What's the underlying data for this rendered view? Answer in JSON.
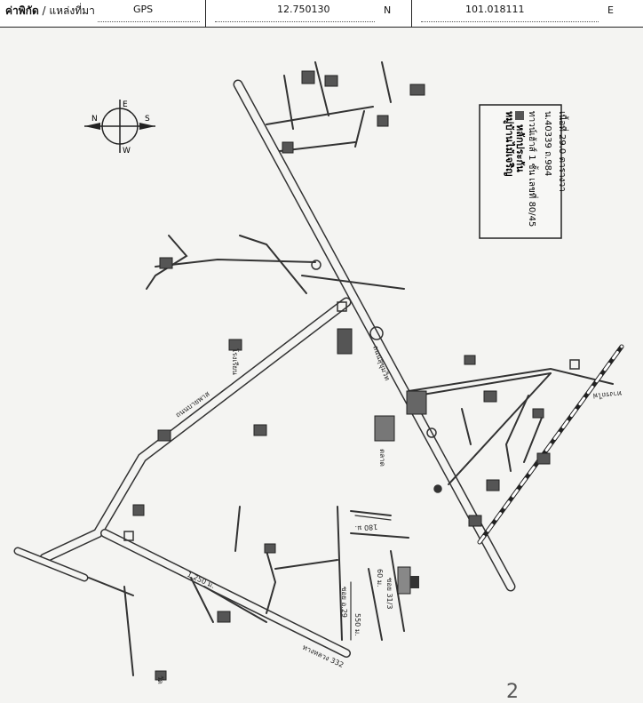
{
  "header": {
    "label_bold": "ค่าพิกัด",
    "label_rest": " / แหล่งที่มา",
    "source": "GPS",
    "latitude": "12.750130",
    "lat_unit": "N",
    "longitude": "101.018111",
    "lon_unit": "E"
  },
  "map": {
    "legend": {
      "title": "หมู่บ้านไม้เจริญ",
      "item": "หลักประกัน",
      "deed_line": "ทาวน์เฮ้าส์ 1 ชั้น เลขที่ 80/45",
      "lot_line": "น.40339 ถ.984",
      "area_line": "เนื้อที่ 29.0 ตารางวา"
    },
    "labels": {
      "road_main": "ถนนสุขุมวิท",
      "road_bypass": "ถนนบายพาส",
      "road_332": "ทางหลวง 332",
      "distance_1250": "1,250 ม.",
      "distance_550": "550 ม.",
      "distance_60": "60 ม.",
      "distance_180": "180 ม.",
      "soi_29": "ซอย อ.29",
      "soi_31_3": "ซอย 31/3",
      "school": "โรงเรียน",
      "temple": "วัด",
      "market": "ตลาด",
      "railway": "ทางรถไฟ",
      "page_mark": "2"
    },
    "compass_letters": [
      "N",
      "E",
      "S",
      "W"
    ]
  }
}
